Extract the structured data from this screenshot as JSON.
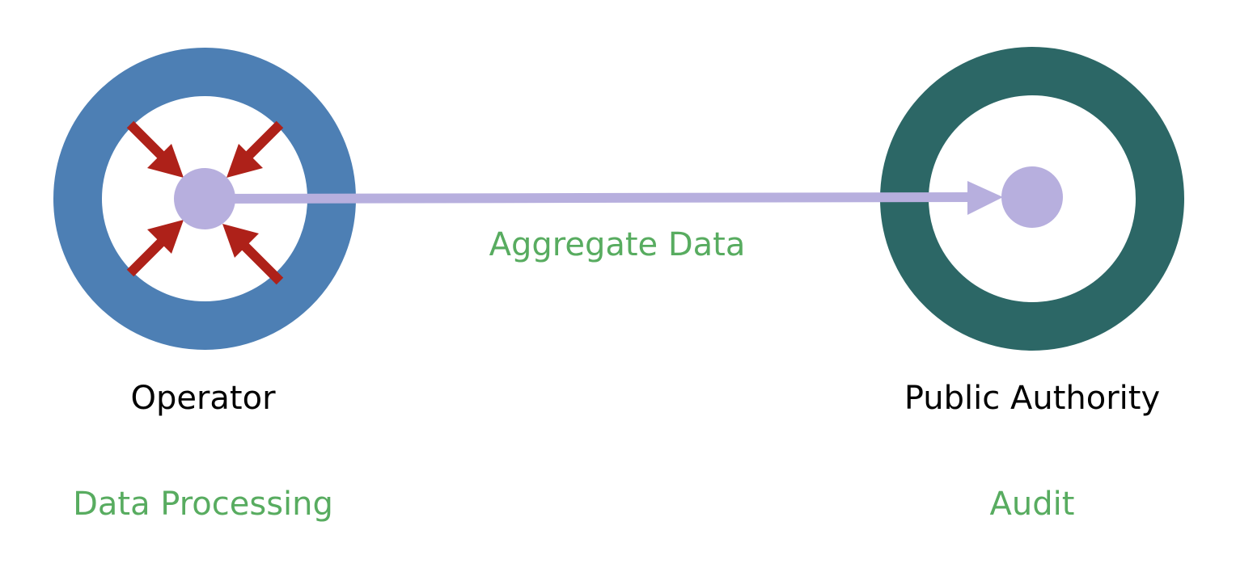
{
  "colors": {
    "operator_ring": "#4d7fb4",
    "authority_ring": "#2c6766",
    "node_dot": "#b7afde",
    "flow_line": "#b7afde",
    "input_arrows": "#ae2119",
    "green_text": "#58ac60",
    "black_text": "#000000",
    "background": "#ffffff"
  },
  "nodes": {
    "operator": {
      "name": "Operator",
      "role": "Data Processing"
    },
    "authority": {
      "name": "Public Authority",
      "role": "Audit"
    }
  },
  "edge": {
    "label": "Aggregate Data"
  },
  "icons": {
    "input_arrows": "arrow-inward-icon",
    "flow_arrow": "arrow-right-icon"
  }
}
